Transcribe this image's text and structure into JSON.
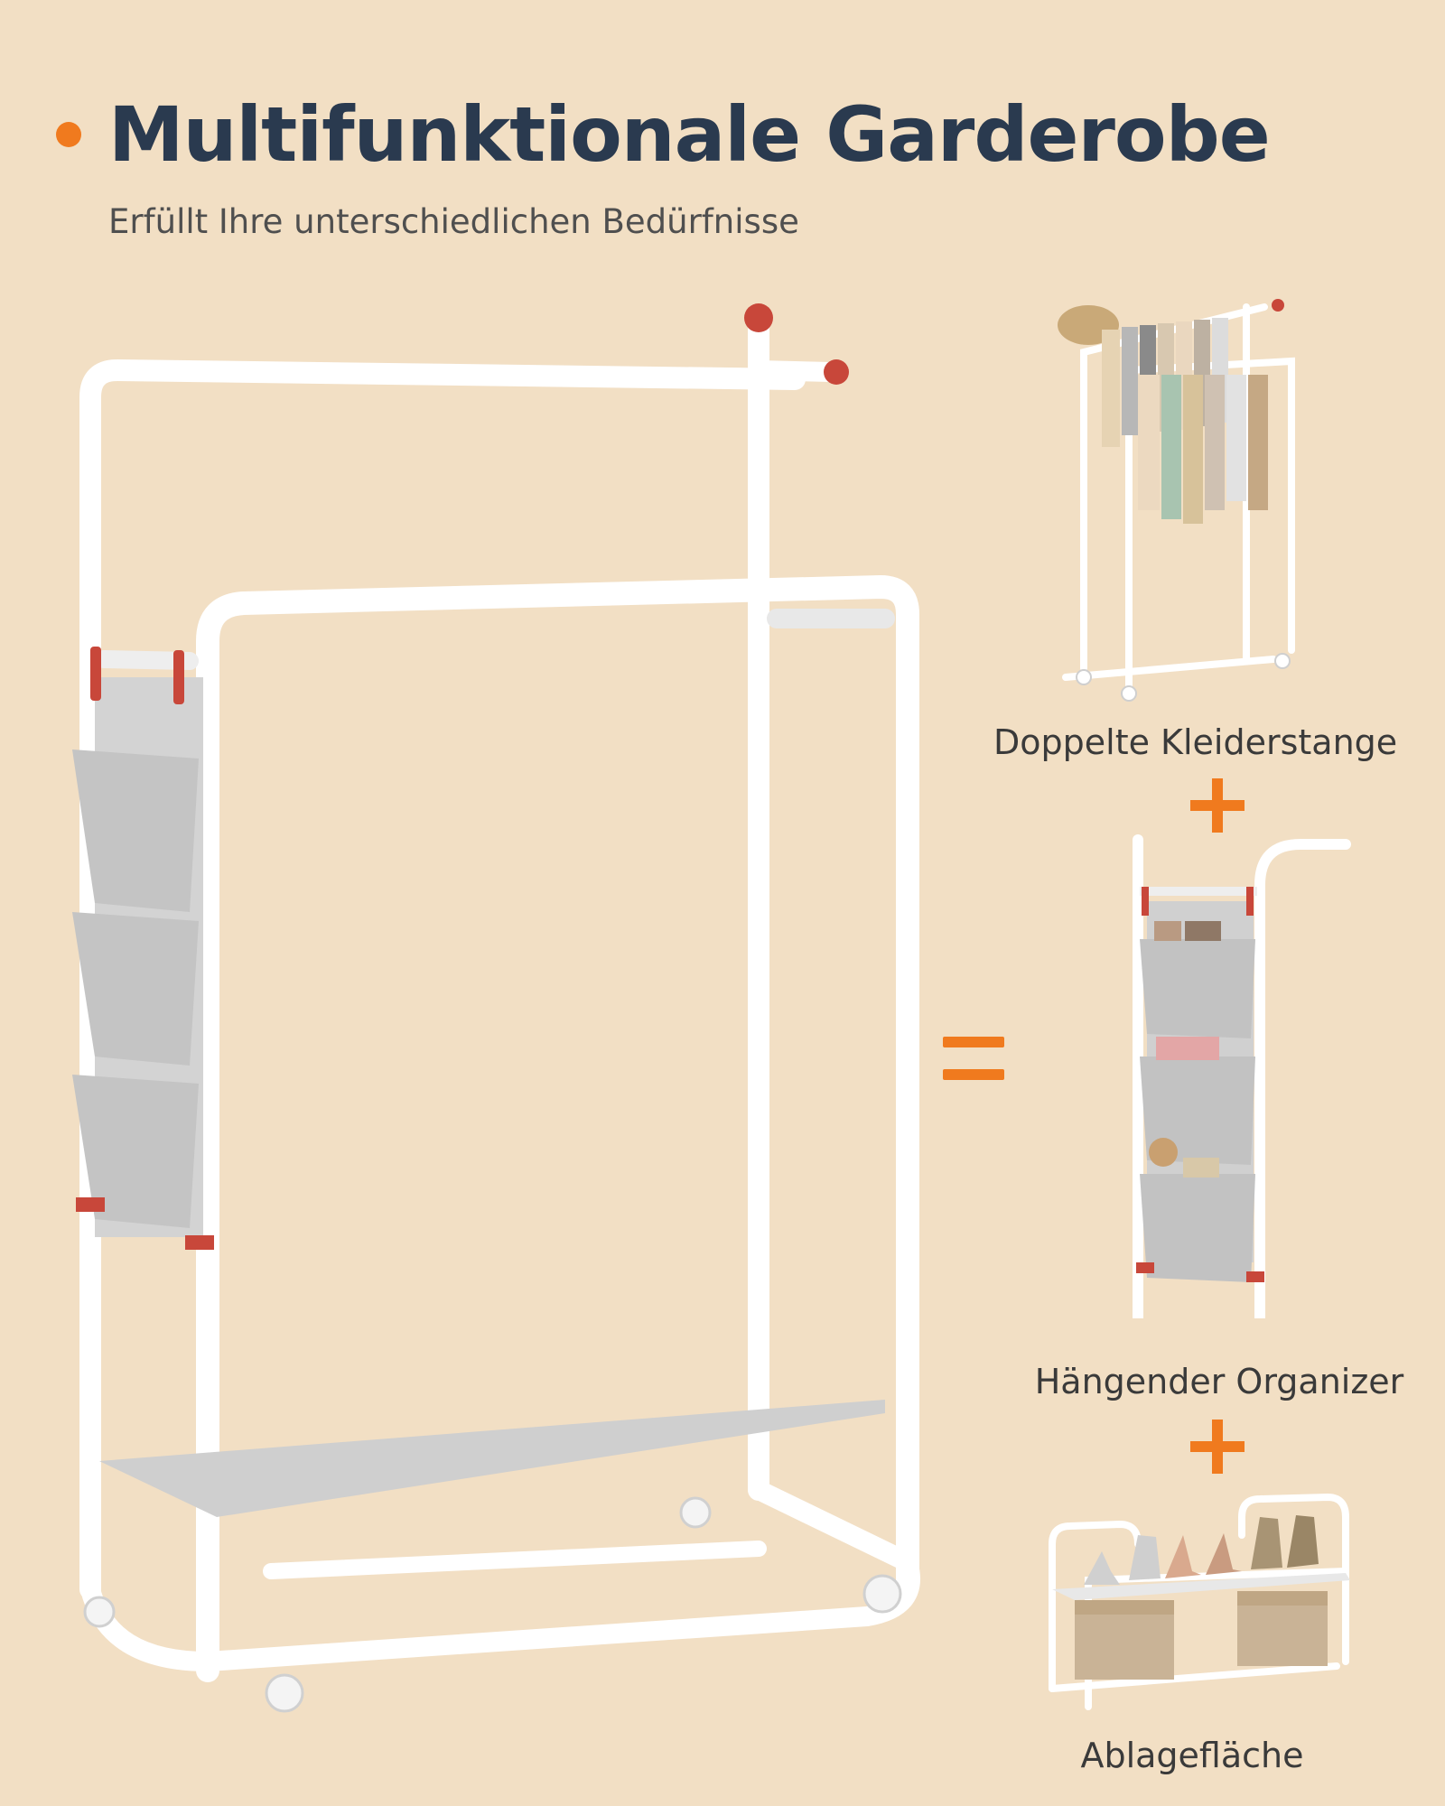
{
  "header": {
    "title": "Multifunktionale Garderobe",
    "subtitle": "Erfüllt Ihre unterschiedlichen Bedürfnisse"
  },
  "features": [
    {
      "label": "Doppelte Kleiderstange"
    },
    {
      "label": "Hängender Organizer"
    },
    {
      "label": "Ablagefläche"
    }
  ],
  "colors": {
    "background": "#f2dfc4",
    "accent": "#f07a1e",
    "title": "#2a3a4f",
    "frame": "#ffffff",
    "fabric": "#c9c9c9",
    "knob": "#c8473a"
  }
}
